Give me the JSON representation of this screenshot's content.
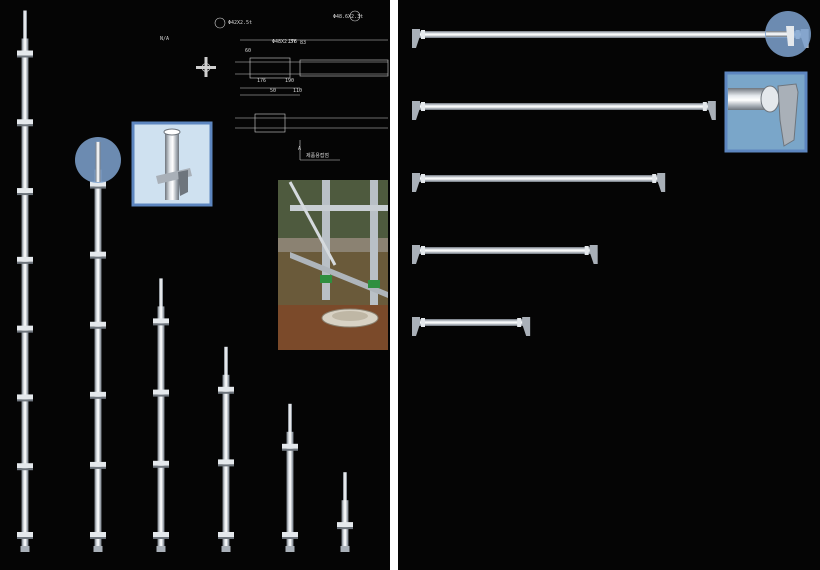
{
  "colors": {
    "background": "#050505",
    "divider": "#ffffff",
    "steel_light": "#e4e8ec",
    "steel_mid": "#a9b0b8",
    "steel_dark": "#6e757d",
    "callout_circle": "#7fa3d0",
    "inset_border": "#5d86c0",
    "drawing_line": "#cfcfcf"
  },
  "drawing": {
    "dimensions": [
      "Φ42X2.5t",
      "Φ48.6X2.3t",
      "Φ48X2.3t",
      "176",
      "176",
      "190",
      "83",
      "60",
      "50",
      "110"
    ],
    "notes": [
      "A",
      "N/A",
      "제품용접점"
    ]
  },
  "left_panel": {
    "standards": [
      {
        "name": "standard-3600",
        "height_fraction": 0.95,
        "nodes": 8
      },
      {
        "name": "standard-3000",
        "height_fraction": 0.72,
        "nodes": 6
      },
      {
        "name": "standard-2400",
        "height_fraction": 0.48,
        "nodes": 4
      },
      {
        "name": "standard-1800",
        "height_fraction": 0.36,
        "nodes": 3
      },
      {
        "name": "standard-1200",
        "height_fraction": 0.26,
        "nodes": 2
      },
      {
        "name": "standard-600",
        "height_fraction": 0.14,
        "nodes": 1
      }
    ],
    "detail_inset_icon": "rosette-joint-closeup",
    "photo_icon": "scaffold-assembly-photo"
  },
  "right_panel": {
    "ledgers": [
      {
        "name": "ledger-1800",
        "length_fraction": 0.94
      },
      {
        "name": "ledger-1500",
        "length_fraction": 0.72
      },
      {
        "name": "ledger-1200",
        "length_fraction": 0.6
      },
      {
        "name": "ledger-900",
        "length_fraction": 0.44
      },
      {
        "name": "ledger-600",
        "length_fraction": 0.28
      }
    ],
    "detail_inset_icon": "ledger-wedge-head-closeup"
  }
}
